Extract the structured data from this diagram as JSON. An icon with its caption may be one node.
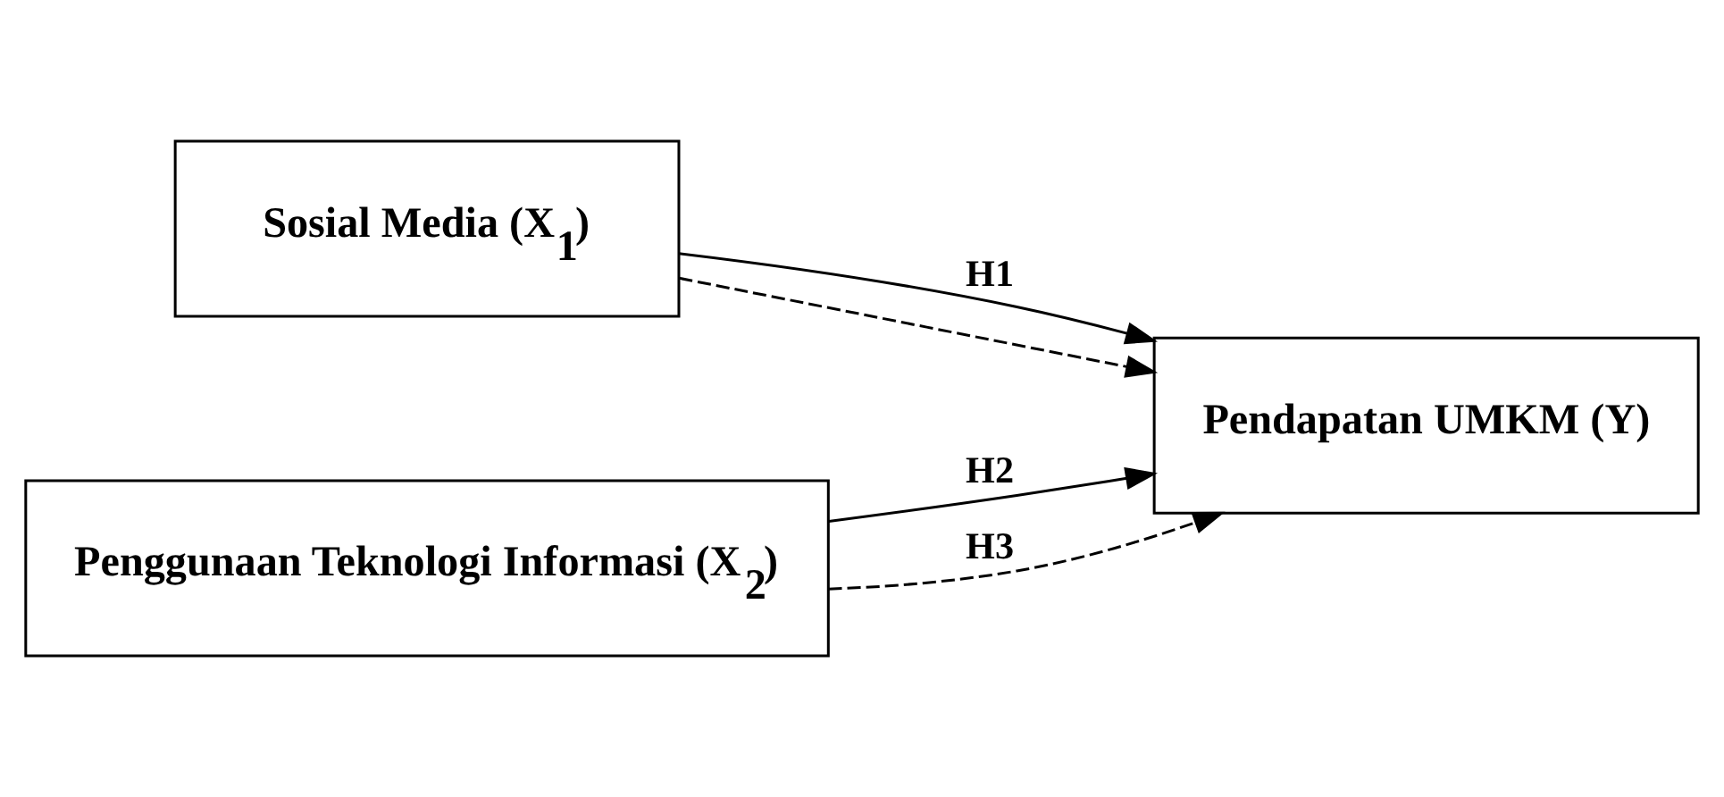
{
  "diagram": {
    "nodes": [
      {
        "text": [
          "Sosial Media (X$_{1}$)"
        ]
      },
      {
        "text": [
          "Penggunaan Teknologi Informasi (X$_{2}$)"
        ]
      },
      {
        "text": [
          "Pendapatan UMKM (Y)"
        ]
      }
    ],
    "edges": [
      {
        "from": 0,
        "to": 2,
        "arrow": "to",
        "label": "H1"
      },
      {
        "from": 1,
        "to": 2,
        "arrow": "to",
        "label": "H2"
      },
      {
        "from": 0,
        "to": 2,
        "arrow": "to",
        "style": "dashed"
      },
      {
        "from": 1,
        "to": 2,
        "arrow": "to",
        "style": "dashed",
        "label": "H3"
      }
    ]
  }
}
